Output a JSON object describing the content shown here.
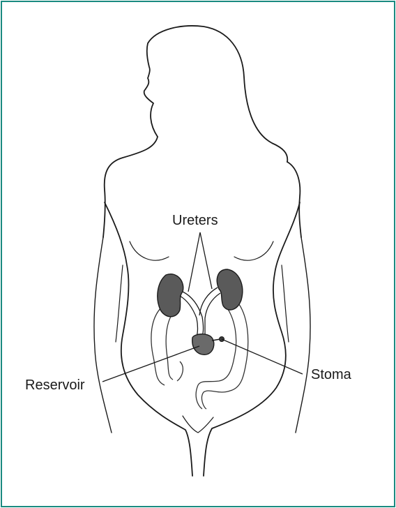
{
  "diagram": {
    "labels": {
      "ureters": "Ureters",
      "reservoir": "Reservoir",
      "stoma": "Stoma"
    },
    "colors": {
      "border": "#1a8a80",
      "outline": "#1a1a1a",
      "organ_fill": "#5a5a5a"
    }
  }
}
